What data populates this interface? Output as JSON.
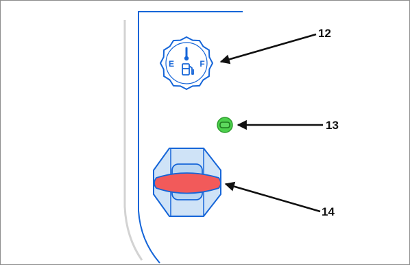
{
  "fuel_gauge": {
    "empty_label": "E",
    "full_label": "F",
    "icon": "fuel-pump-icon"
  },
  "indicator_light": {
    "icon": "indicator-light-icon",
    "color": "#4cd04c"
  },
  "selector_knob": {
    "icon": "fuel-valve-knob-icon",
    "handle_color": "#f25a5a"
  },
  "callouts": [
    {
      "number": "12",
      "target": "fuel-gauge"
    },
    {
      "number": "13",
      "target": "indicator-light"
    },
    {
      "number": "14",
      "target": "selector-knob"
    }
  ],
  "colors": {
    "outline_blue": "#1565d8",
    "panel_gray": "#d3d3d3",
    "arrow_black": "#111111"
  }
}
